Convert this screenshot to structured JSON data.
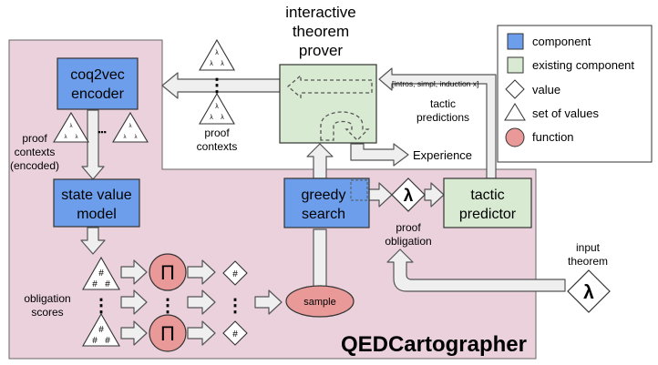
{
  "system_name": "QEDCartographer",
  "nodes": {
    "itp": [
      "interactive",
      "theorem",
      "prover"
    ],
    "encoder": [
      "coq2vec",
      "encoder"
    ],
    "state_value": [
      "state value",
      "model"
    ],
    "greedy": [
      "greedy",
      "search"
    ],
    "tactic_predictor": [
      "tactic",
      "predictor"
    ],
    "sample": "sample"
  },
  "labels": {
    "intros_list": "[intros, simpl, induction x]",
    "tactic_predictions": [
      "tactic",
      "predictions"
    ],
    "experience": "Experience",
    "proof_contexts": [
      "proof",
      "contexts"
    ],
    "proof_contexts_encoded": [
      "proof",
      "contexts",
      "(encoded)"
    ],
    "proof_obligation": [
      "proof",
      "obligation"
    ],
    "input_theorem": [
      "input",
      "theorem"
    ],
    "obligation_scores": [
      "obligation",
      "scores"
    ]
  },
  "symbols": {
    "lambda": "λ",
    "pi": "Π",
    "hash": "#",
    "ellipsis_v": "⋮",
    "ellipsis_h": "▪▪▪",
    "small_lambda": "λ"
  },
  "legend": [
    {
      "shape": "square",
      "color": "#6d9eeb",
      "label": "component"
    },
    {
      "shape": "square",
      "color": "#d9ead3",
      "label": "existing component"
    },
    {
      "shape": "diamond",
      "color": "#ffffff",
      "label": "value"
    },
    {
      "shape": "triangle",
      "color": "#ffffff",
      "label": "set of values"
    },
    {
      "shape": "circle",
      "color": "#ea9999",
      "label": "function"
    }
  ],
  "colors": {
    "component": "#6d9eeb",
    "existing_component": "#d9ead3",
    "function": "#ea9999",
    "system_bg": "#ead1dc"
  }
}
